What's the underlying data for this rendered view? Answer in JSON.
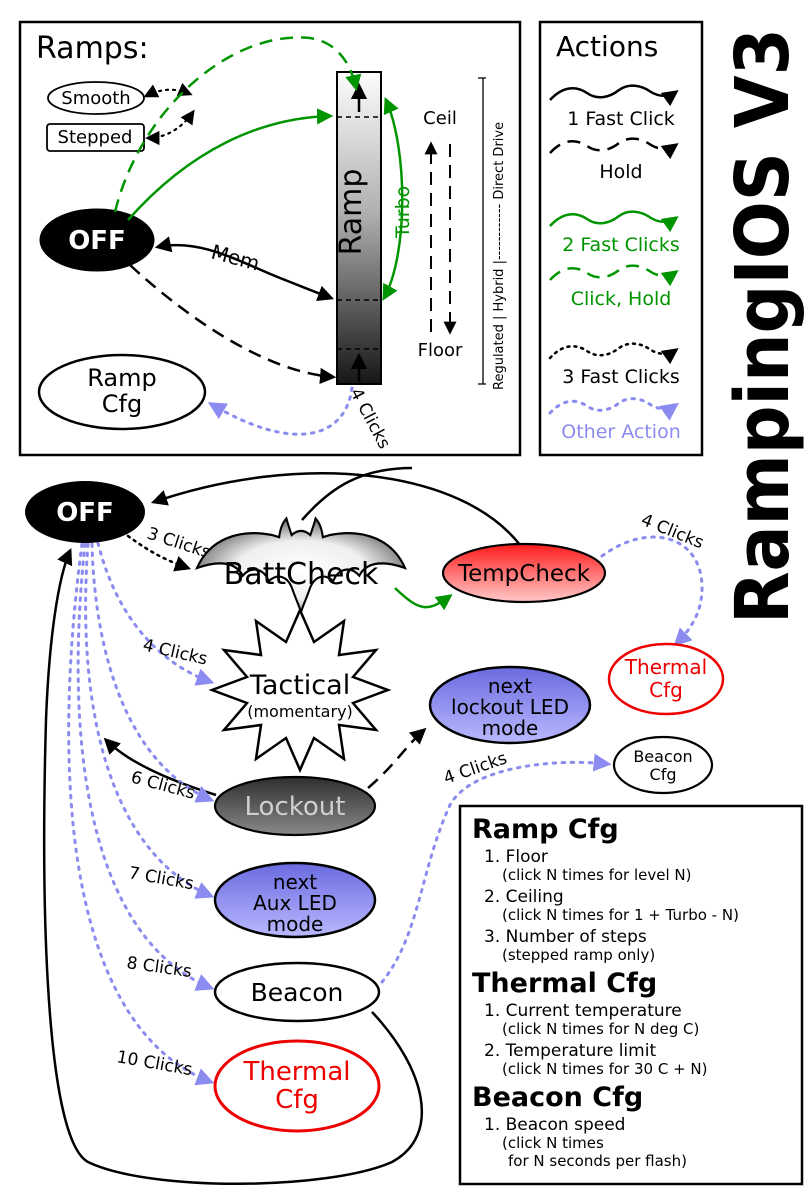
{
  "title": "RampingIOS V3",
  "colors": {
    "green": "#009500",
    "blue": "#8b8bf0",
    "red": "#ee0000",
    "black": "#000000"
  },
  "ramps": {
    "heading": "Ramps:",
    "smooth_label": "Smooth",
    "stepped_label": "Stepped",
    "off_label": "OFF",
    "ramp_label": "Ramp",
    "ceil_label": "Ceil",
    "floor_label": "Floor",
    "turbo_label": "Turbo",
    "mem_label": "Mem",
    "four_clicks_label": "4 Clicks",
    "ramp_cfg_lines": [
      "Ramp",
      "Cfg"
    ],
    "drive_axis_label": "Regulated | Hybrid |------------ Direct Drive"
  },
  "actions": {
    "heading": "Actions",
    "items": [
      {
        "label": "1 Fast Click",
        "style": "solid-black"
      },
      {
        "label": "Hold",
        "style": "dashed-black"
      },
      {
        "label": "2 Fast Clicks",
        "style": "solid-green"
      },
      {
        "label": "Click, Hold",
        "style": "dashed-green"
      },
      {
        "label": "3 Fast Clicks",
        "style": "dotted-black"
      },
      {
        "label": "Other Action",
        "style": "dotted-blue"
      }
    ]
  },
  "diagram": {
    "off_label": "OFF",
    "battcheck_label": "BattCheck",
    "tempcheck_label": "TempCheck",
    "thermal_cfg_top_lines": [
      "Thermal",
      "Cfg"
    ],
    "tactical_label": "Tactical",
    "tactical_sub_label": "(momentary)",
    "lockout_led_lines": [
      "next",
      "lockout LED",
      "mode"
    ],
    "lockout_label": "Lockout",
    "beacon_cfg_lines": [
      "Beacon",
      "Cfg"
    ],
    "aux_led_lines": [
      "next",
      "Aux LED",
      "mode"
    ],
    "beacon_label": "Beacon",
    "thermal_cfg_bottom_lines": [
      "Thermal",
      "Cfg"
    ],
    "click_labels": {
      "to_battcheck": "3 Clicks",
      "to_tactical": "4 Clicks",
      "to_lockout": "6 Clicks",
      "to_aux_led": "7 Clicks",
      "to_beacon": "8 Clicks",
      "to_thermal_cfg": "10 Clicks",
      "tempcheck_to_thermal_cfg": "4 Clicks",
      "beacon_to_beacon_cfg": "4 Clicks"
    }
  },
  "cfg_box": {
    "sections": [
      {
        "title": "Ramp Cfg",
        "items": [
          {
            "main": "1. Floor",
            "sub": "(click N times for level N)"
          },
          {
            "main": "2. Ceiling",
            "sub": "(click N times for 1 + Turbo - N)"
          },
          {
            "main": "3. Number of steps",
            "sub": "(stepped ramp only)"
          }
        ]
      },
      {
        "title": "Thermal Cfg",
        "items": [
          {
            "main": "1. Current temperature",
            "sub": "(click N times for N deg C)"
          },
          {
            "main": "2. Temperature limit",
            "sub": "(click N times for 30 C + N)"
          }
        ]
      },
      {
        "title": "Beacon Cfg",
        "items": [
          {
            "main": "1. Beacon speed",
            "sub": "(click N times",
            "sub2": "for N seconds per flash)"
          }
        ]
      }
    ]
  }
}
